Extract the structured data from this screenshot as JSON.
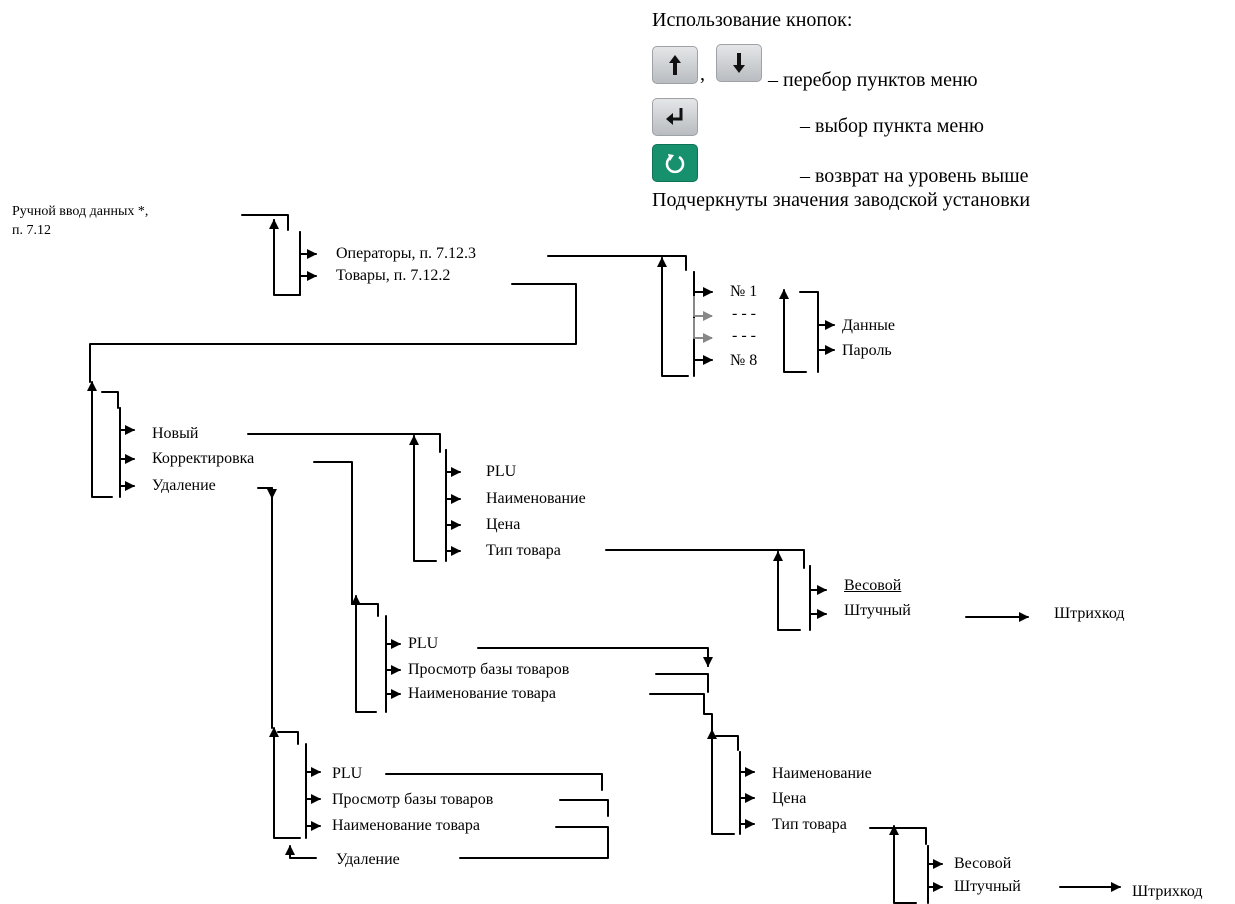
{
  "legend": {
    "title": "Использование кнопок:",
    "comma": ",",
    "updown_desc": "– перебор пунктов меню",
    "enter_desc": "– выбор пункта меню",
    "back_desc": "– возврат на уровень выше",
    "underline_note": "Подчеркнуты значения заводской установки",
    "icons": [
      "arrow-up-icon",
      "arrow-down-icon",
      "enter-icon",
      "return-icon"
    ],
    "key_color": "#c9ccd0",
    "back_key_color": "#17906e"
  },
  "root": {
    "line1": "Ручной ввод данных *,",
    "line2": "п. 7.12"
  },
  "level1": {
    "operators": "Операторы, п. 7.12.3",
    "goods": "Товары, п. 7.12.2"
  },
  "operators_menu": {
    "first": "№ 1",
    "dash1": "- - -",
    "dash2": "- - -",
    "last": "№ 8"
  },
  "operator_sub": {
    "data": "Данные",
    "password": "Пароль"
  },
  "goods_menu": {
    "new": "Новый",
    "edit": "Корректировка",
    "delete": "Удаление"
  },
  "new_menu": {
    "plu": "PLU",
    "name": "Наименование",
    "price": "Цена",
    "type": "Тип товара"
  },
  "type_menu": {
    "weight": "Весовой",
    "piece": "Штучный",
    "barcode": "Штрихкод"
  },
  "edit_menu": {
    "plu": "PLU",
    "browse": "Просмотр базы товаров",
    "by_name": "Наименование товара"
  },
  "edit_fields": {
    "name": "Наименование",
    "price": "Цена",
    "type": "Тип товара"
  },
  "edit_type_menu": {
    "weight": "Весовой",
    "piece": "Штучный",
    "barcode": "Штрихкод"
  },
  "delete_menu": {
    "plu": "PLU",
    "browse": "Просмотр базы товаров",
    "by_name": "Наименование товара",
    "delete": "Удаление"
  }
}
